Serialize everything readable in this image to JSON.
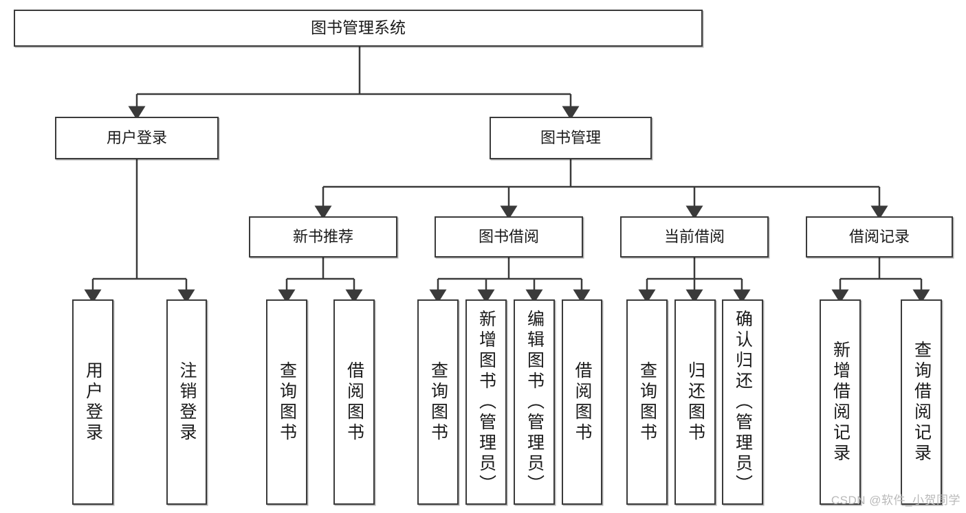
{
  "diagram": {
    "title": "图书管理系统",
    "type": "tree-hierarchy",
    "root": {
      "label": "图书管理系统"
    },
    "level2": [
      {
        "label": "用户登录"
      },
      {
        "label": "图书管理"
      }
    ],
    "level3": [
      {
        "label": "新书推荐"
      },
      {
        "label": "图书借阅"
      },
      {
        "label": "当前借阅"
      },
      {
        "label": "借阅记录"
      }
    ],
    "leaves": {
      "login": [
        {
          "label": "用户登录"
        },
        {
          "label": "注销登录"
        }
      ],
      "new_books": [
        {
          "label": "查询图书"
        },
        {
          "label": "借阅图书"
        }
      ],
      "book_borrow": [
        {
          "label": "查询图书"
        },
        {
          "label": "新增图书（管理员）"
        },
        {
          "label": "编辑图书（管理员）"
        },
        {
          "label": "借阅图书"
        }
      ],
      "current_borrow": [
        {
          "label": "查询图书"
        },
        {
          "label": "归还图书"
        },
        {
          "label": "确认归还（管理员）"
        }
      ],
      "borrow_record": [
        {
          "label": "新增借阅记录"
        },
        {
          "label": "查询借阅记录"
        }
      ]
    }
  },
  "watermark": {
    "text": "CSDN @软件_小贺同学"
  },
  "colors": {
    "stroke": "#3a3a3a",
    "fill": "#ffffff",
    "text": "#1a1a1a",
    "watermark": "#b9b9b9"
  }
}
